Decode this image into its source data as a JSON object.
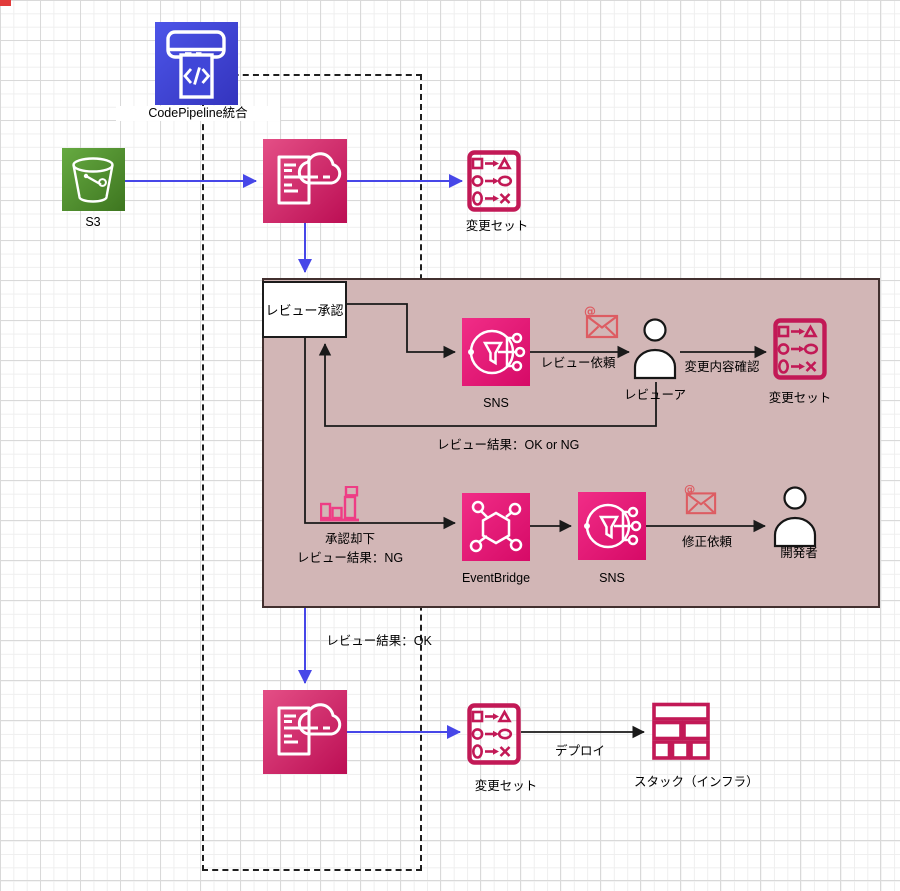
{
  "diagram": {
    "nodes": {
      "codepipeline": {
        "label": "CodePipeline統合"
      },
      "s3": {
        "label": "S3"
      },
      "changeset_source": {
        "label": "変更セット"
      },
      "review_approval": {
        "label": "レビュー承認"
      },
      "sns_review": {
        "label": "SNS"
      },
      "reviewer": {
        "label": "レビューア"
      },
      "changeset_review": {
        "label": "変更セット"
      },
      "eventbridge": {
        "label": "EventBridge"
      },
      "sns_reject": {
        "label": "SNS"
      },
      "developer": {
        "label": "開発者"
      },
      "changeset_deploy": {
        "label": "変更セット"
      },
      "stack": {
        "label": "スタック（インフラ）"
      }
    },
    "edge_labels": {
      "review_request": "レビュー依頼",
      "change_confirm": "変更内容確認",
      "review_result_ok_ng": "レビュー結果：OK or NG",
      "approval_reject": "承認却下",
      "review_result_ng": "レビュー結果：NG",
      "fix_request": "修正依頼",
      "review_result_ok": "レビュー結果：OK",
      "deploy": "デプロイ"
    },
    "colors": {
      "aws_pink": "#E7157B",
      "aws_pink_dark": "#BC0E54",
      "aws_blue": "#3B48CC",
      "aws_green": "#4F8A28",
      "outline_pink": "#C21956",
      "region_fill": "#D2B6B6",
      "arrow_blue": "#4747E8",
      "arrow_black": "#1A1A1A",
      "mail_red": "#DD5C62"
    }
  }
}
